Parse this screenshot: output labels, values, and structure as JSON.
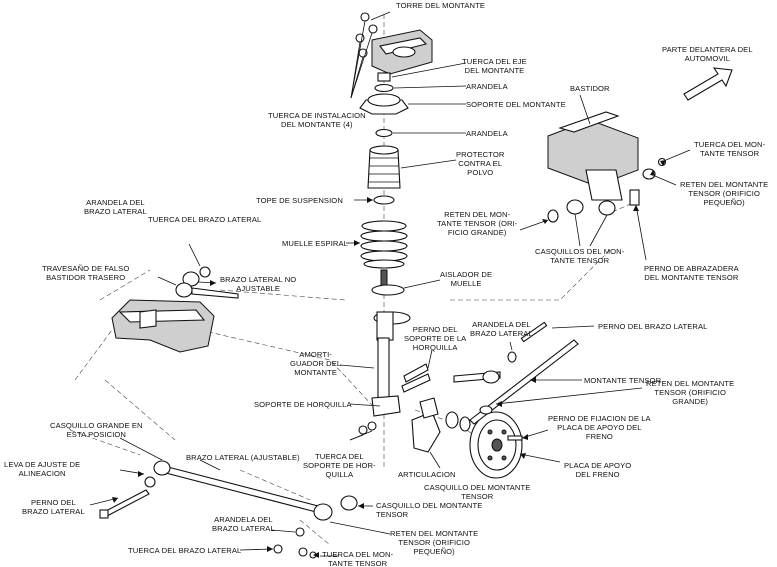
{
  "labels": {
    "torre_montante": "TORRE DEL MONTANTE",
    "tuerca_eje_montante": "TUERCA DEL EJE\nDEL MONTANTE",
    "arandela_top": "ARANDELA",
    "soporte_montante": "SOPORTE DEL MONTANTE",
    "tuerca_instalacion": "TUERCA DE INSTALACION\nDEL MONTANTE (4)",
    "arandela_mid": "ARANDELA",
    "protector_polvo": "PROTECTOR\nCONTRA EL\nPOLVO",
    "tope_suspension": "TOPE DE SUSPENSION",
    "muelle_espiral": "MUELLE ESPIRAL",
    "aislador_muelle": "AISLADOR DE\nMUELLE",
    "parte_delantera": "PARTE DELANTERA DEL\nAUTOMOVIL",
    "bastidor": "BASTIDOR",
    "tuerca_montante_tensor_top": "TUERCA DEL MON-\nTANTE TENSOR",
    "reten_tensor_pequeno_top": "RETEN DEL MONTANTE\nTENSOR (ORIFICIO\nPEQUEÑO)",
    "reten_tensor_grande_top": "RETEN DEL MON-\nTANTE TENSOR (ORI-\nFICIO GRANDE)",
    "casquillos_tensor": "CASQUILLOS DEL MON-\nTANTE TENSOR",
    "perno_abrazadera": "PERNO DE ABRAZADERA\nDEL MONTANTE TENSOR",
    "arandela_brazo_lateral_top": "ARANDELA DEL\nBRAZO LATERAL",
    "tuerca_brazo_lateral_top": "TUERCA DEL BRAZO LATERAL",
    "travesano": "TRAVESAÑO DE FALSO\nBASTIDOR TRASERO",
    "brazo_no_ajustable": "BRAZO LATERAL NO\nAJUSTABLE",
    "perno_soporte_horquilla": "PERNO DEL\nSOPORTE DE LA\nHORQUILLA",
    "arandela_brazo_lateral_right": "ARANDELA DEL\nBRAZO LATERAL",
    "perno_brazo_lateral_right": "PERNO DEL BRAZO LATERAL",
    "amortiguador": "AMORTI-\nGUADOR DEL\nMONTANTE",
    "montante_tensor": "MONTANTE TENSOR",
    "reten_tensor_grande_right": "RETEN DEL MONTANTE\nTENSOR (ORIFICIO\nGRANDE)",
    "soporte_horquilla": "SOPORTE DE HORQUILLA",
    "perno_fijacion_placa": "PERNO DE FIJACION DE LA\nPLACA DE APOYO DEL\nFRENO",
    "casquillo_grande": "CASQUILLO GRANDE EN\nESTA POSICION",
    "brazo_lateral_ajustable": "BRAZO LATERAL (AJUSTABLE)",
    "tuerca_soporte_horquilla": "TUERCA DEL\nSOPORTE DE HOR-\nQUILLA",
    "placa_apoyo_freno": "PLACA DE APOYO\nDEL FRENO",
    "leva_ajuste": "LEVA DE AJUSTE DE\nALINEACION",
    "articulacion": "ARTICULACION",
    "casquillo_tensor_bottom": "CASQUILLO DEL MONTANTE\nTENSOR",
    "perno_brazo_lateral_left": "PERNO DEL\nBRAZO LATERAL",
    "arandela_brazo_lateral_bottom": "ARANDELA DEL\nBRAZO LATERAL",
    "casquillo_tensor_bottom2": "CASQUILLO DEL MONTANTE\nTENSOR",
    "reten_tensor_pequeno_bottom": "RETEN DEL MONTANTE\nTENSOR (ORIFICIO\nPEQUEÑO)",
    "tuerca_brazo_lateral_bottom": "TUERCA DEL BRAZO LATERAL",
    "tuerca_montante_tensor_bottom": "TUERCA DEL MON-\nTANTE TENSOR"
  }
}
